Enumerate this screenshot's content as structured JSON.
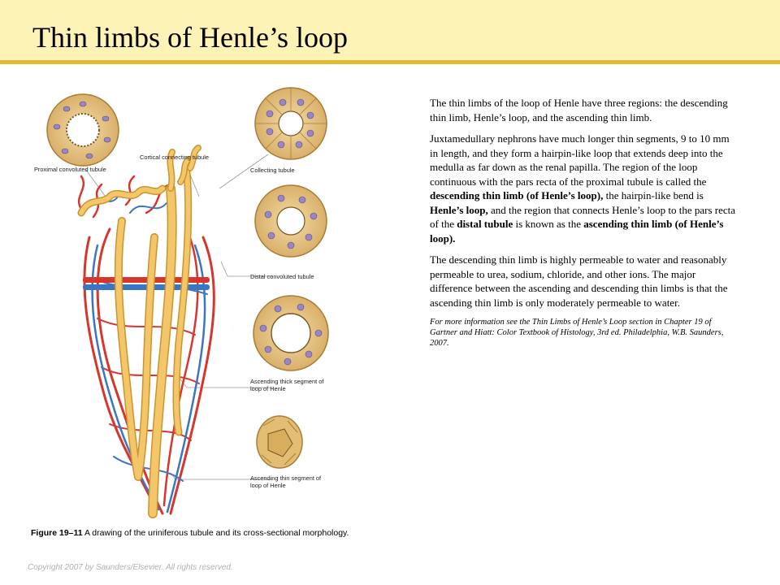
{
  "slide": {
    "title": "Thin limbs of Henle’s loop"
  },
  "figure": {
    "labels": {
      "pct": "Proximal convoluted tubule",
      "cct": "Cortical connecting tubule",
      "collecting": "Collecting tubule",
      "dct": "Distal convoluted tubule",
      "thick_1": "Ascending thick segment of",
      "thick_2": "loop of Henle",
      "thin_1": "Ascending thin segment of",
      "thin_2": "loop of Henle"
    },
    "colors": {
      "tubule": "#f3c66a",
      "tubule_edge": "#c9952e",
      "artery": "#d6372c",
      "vein": "#3a76c4",
      "cell": "#e9c88a",
      "nucleus": "#9a86c2"
    }
  },
  "text": {
    "p1": "The thin limbs of the loop of Henle have three regions: the descending thin limb, Henle’s loop, and the ascending thin limb.",
    "p2_a": "Juxtamedullary nephrons have much longer thin segments, 9 to 10 mm in length, and they form a hairpin-like loop that extends deep into the medulla as far down as the renal papilla. The region of the loop continuous with the pars recta of the proximal tubule is called the ",
    "p2_b": "descending thin limb (of Henle’s loop),",
    "p2_c": " the hairpin-like bend is ",
    "p2_d": "Henle’s loop,",
    "p2_e": " and the region that connects Henle’s loop to the pars recta of the ",
    "p2_f": "distal tubule",
    "p2_g": " is known as the ",
    "p2_h": "ascending thin limb (of Henle’s loop).",
    "p3": "The descending thin limb is highly permeable to water and reasonably permeable to urea, sodium, chloride, and other ions. The major difference between the ascending and descending thin limbs is that the ascending thin limb is only moderately permeable to water.",
    "reference": "For more information see the  Thin Limbs of Henle’s Loop section in Chapter 19 of Gartner and Hiatt: Color Textbook of Histology, 3rd ed. Philadelphia, W.B. Saunders, 2007."
  },
  "caption": {
    "label": "Figure 19–11",
    "text": "  A drawing of the uriniferous tubule and its cross-sectional morphology."
  },
  "copyright": "Copyright 2007 by Saunders/Elsevier. All rights reserved."
}
